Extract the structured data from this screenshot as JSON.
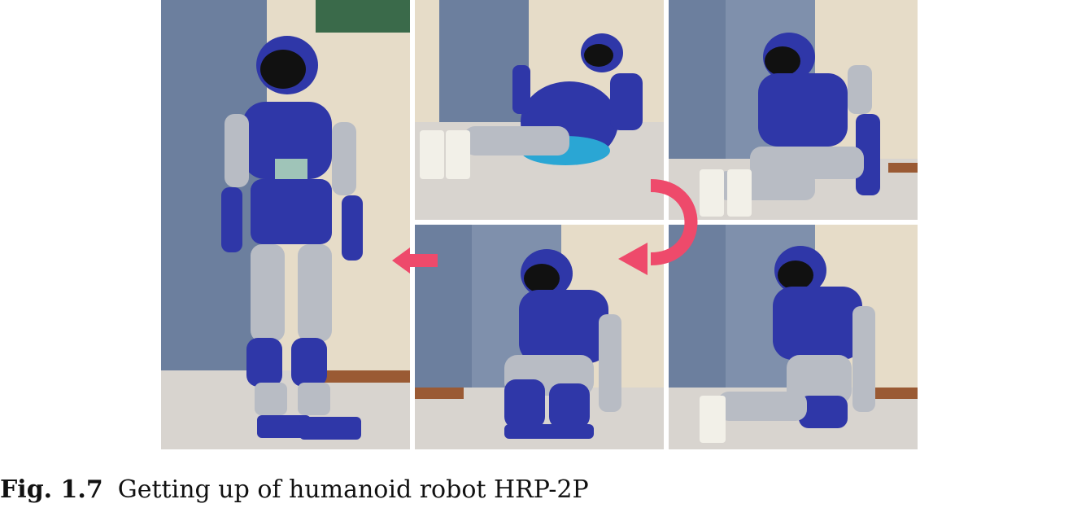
{
  "caption": {
    "label": "Fig. 1.7",
    "text": "Getting up of humanoid robot HRP-2P"
  },
  "panels": [
    {
      "id": "standing",
      "pose": "standing"
    },
    {
      "id": "sitting",
      "pose": "sitting"
    },
    {
      "id": "kneeling-forward",
      "pose": "leaning-forward"
    },
    {
      "id": "squatting",
      "pose": "squatting"
    },
    {
      "id": "kneeling-one-leg",
      "pose": "kneeling"
    }
  ],
  "colors": {
    "robot_blue": "#2f37a8",
    "robot_silver": "#b8bcc4",
    "wall_blue": "#6c7f9e",
    "wall_cream": "#e6dcc8",
    "floor": "#d8d4cf",
    "arrow": "#ee4a6b"
  }
}
